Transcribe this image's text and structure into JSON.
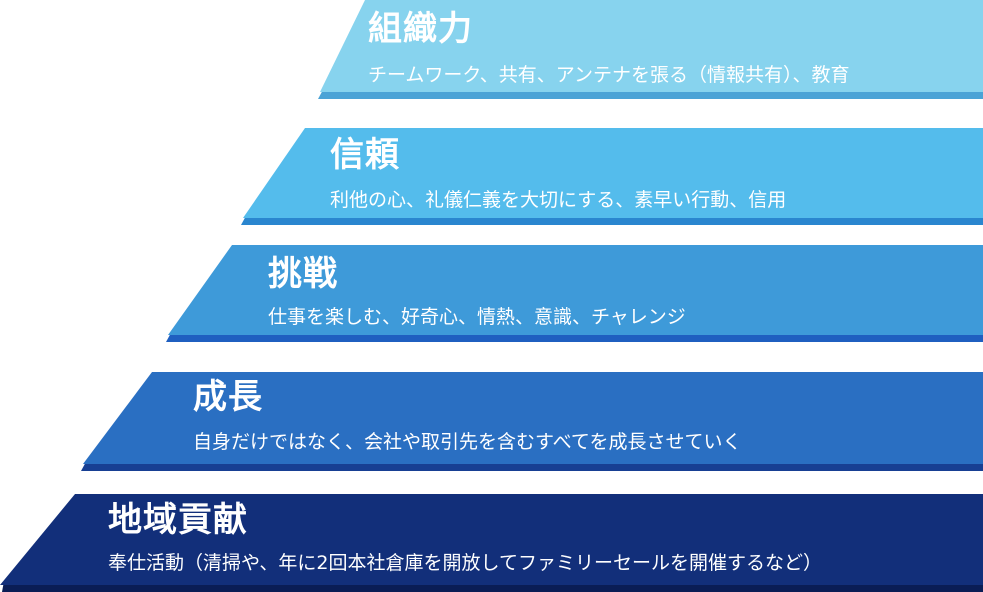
{
  "tiers": [
    {
      "title": "組織力",
      "description": "チームワーク、共有、アンテナを張る（情報共有）、教育",
      "color": "#87d3ee",
      "shadow_color": "#4ba3d6"
    },
    {
      "title": "信頼",
      "description": "利他の心、礼儀仁義を大切にする、素早い行動、信用",
      "color": "#54bcec",
      "shadow_color": "#2a86cf"
    },
    {
      "title": "挑戦",
      "description": "仕事を楽しむ、好奇心、情熱、意識、チャレンジ",
      "color": "#3e9ad9",
      "shadow_color": "#1f5fc0"
    },
    {
      "title": "成長",
      "description": "自身だけではなく、会社や取引先を含むすべてを成長させていく",
      "color": "#2a6fc2",
      "shadow_color": "#173f93"
    },
    {
      "title": "地域貢献",
      "description": "奉仕活動（清掃や、年に2回本社倉庫を開放してファミリーセールを開催するなど）",
      "color": "#122f7a",
      "shadow_color": "#0a1d55"
    }
  ]
}
